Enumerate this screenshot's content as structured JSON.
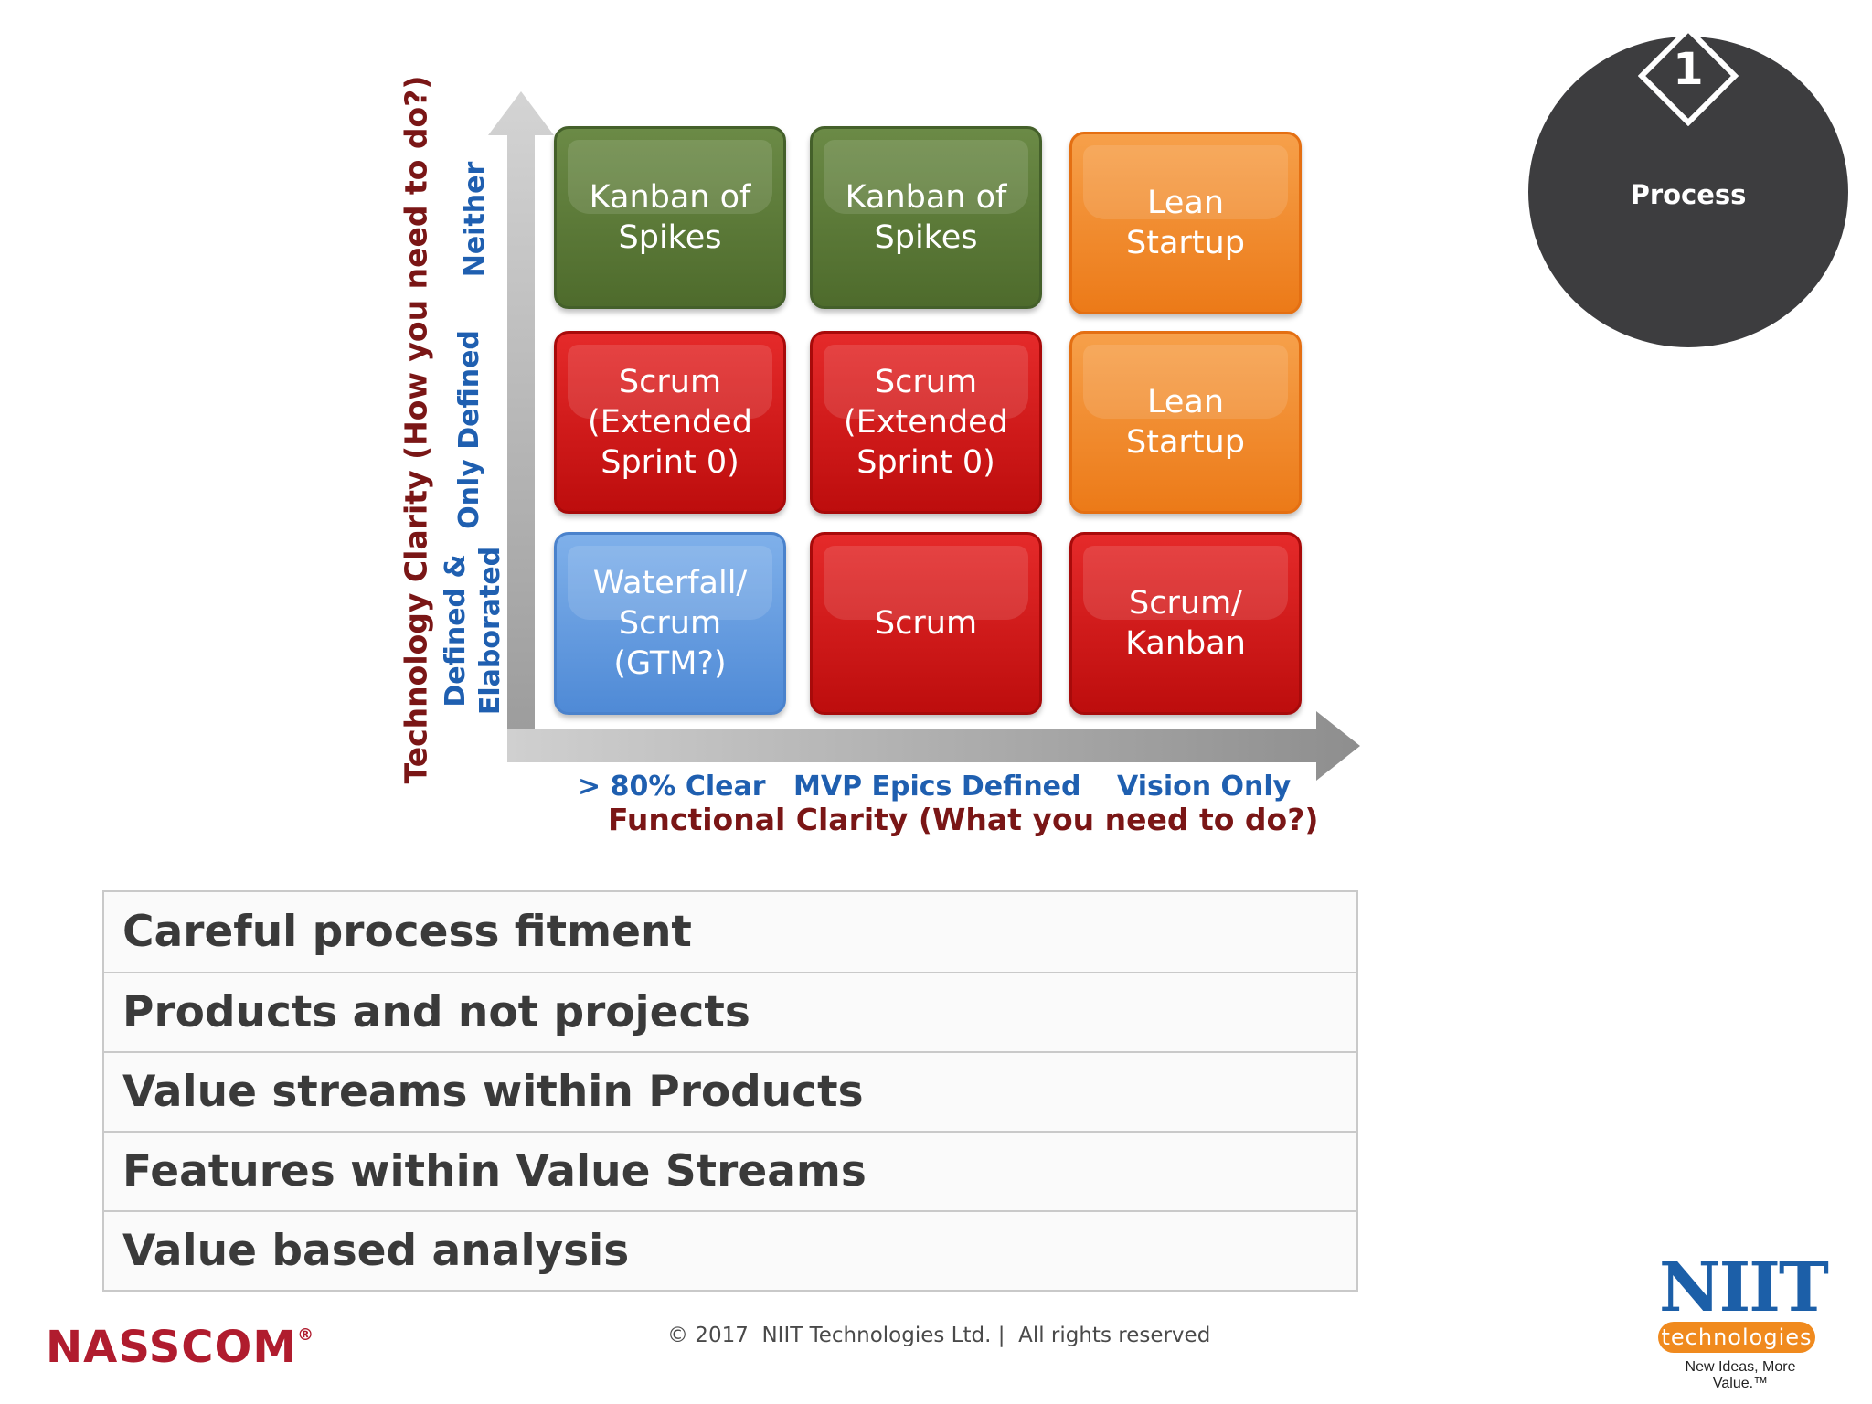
{
  "badge": {
    "number": "1",
    "title": "Process"
  },
  "matrix": {
    "y_axis_title": "Technology Clarity (How you need to do?)",
    "x_axis_title": "Functional Clarity (What you need to do?)",
    "row_labels": [
      "Neither",
      "Only Defined",
      "Defined &\nElaborated"
    ],
    "col_labels": [
      "> 80% Clear",
      "MVP Epics Defined",
      "Vision Only"
    ],
    "cells": [
      [
        "Kanban of\nSpikes",
        "Kanban of\nSpikes",
        "Lean\nStartup"
      ],
      [
        "Scrum\n(Extended\nSprint 0)",
        "Scrum\n(Extended\nSprint 0)",
        "Lean\nStartup"
      ],
      [
        "Waterfall/\nScrum\n(GTM?)",
        "Scrum",
        "Scrum/\nKanban"
      ]
    ],
    "cell_colors": {
      "green": "#5a7a38",
      "red": "#d41818",
      "orange": "#f08c2a",
      "blue": "#6a9ee0"
    }
  },
  "bullets": [
    "Careful process fitment",
    "Products and not projects",
    "Value streams within Products",
    "Features within Value Streams",
    "Value based analysis"
  ],
  "footer": {
    "nasscom": "NASSCOM",
    "nasscom_reg": "®",
    "copyright": "© 2017  NIIT Technologies Ltd. |  All rights reserved",
    "niit_word": "NIIT",
    "niit_pill": "technologies",
    "niit_tagline": "New Ideas, More Value.™"
  }
}
